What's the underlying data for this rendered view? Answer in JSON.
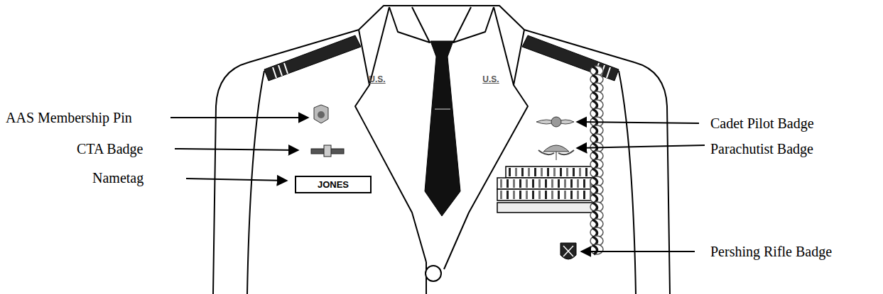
{
  "diagram": {
    "nodes": [
      {
        "text": [
          "JONES"
        ]
      }
    ],
    "labels": [
      "AAS Membership Pin",
      "CTA Badge",
      "Nametag",
      "Cadet Pilot Badge",
      "Parachutist Badge",
      "Pershing Rifle Badge",
      "U.S.",
      "U.S."
    ]
  }
}
